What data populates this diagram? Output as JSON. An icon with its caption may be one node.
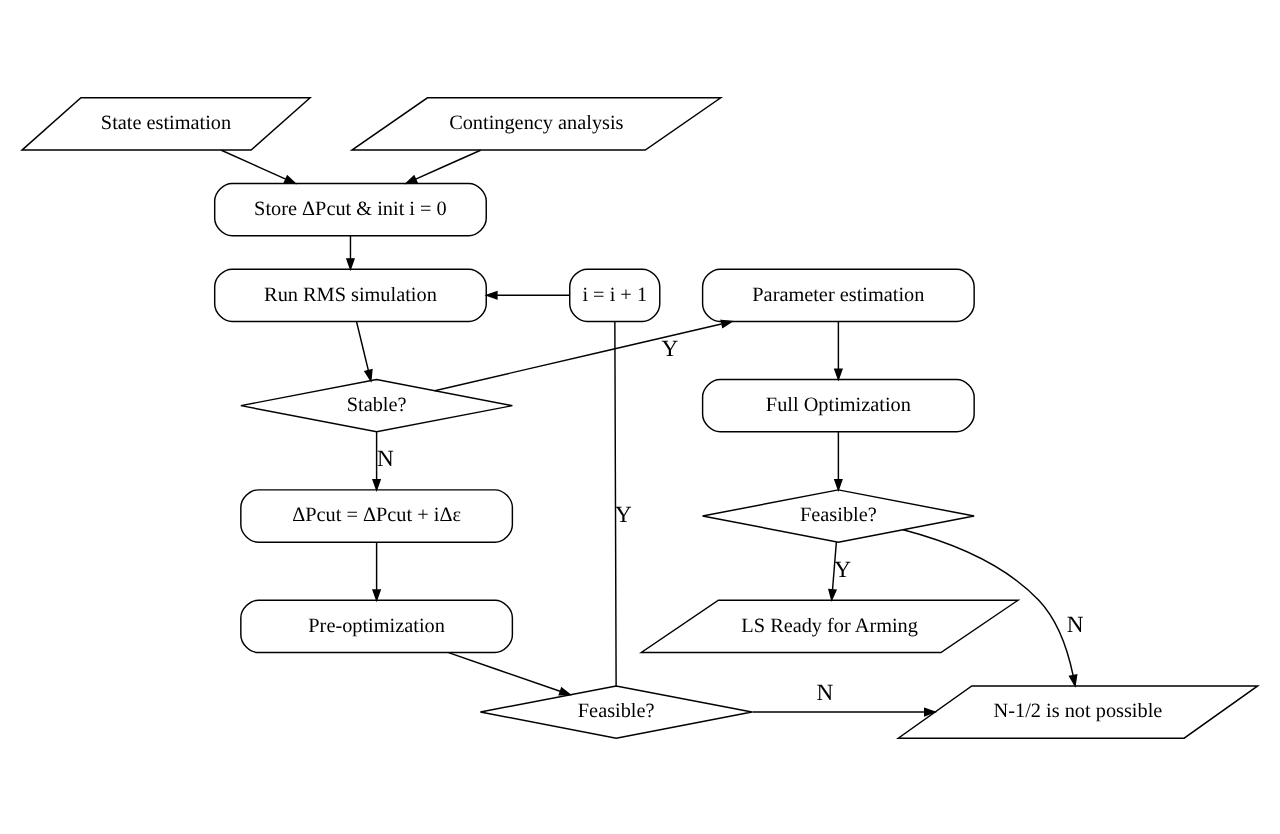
{
  "diagram": {
    "nodes": [
      {
        "text": [
          "State estimation"
        ]
      },
      {
        "text": [
          "Contingency analysis"
        ]
      },
      {
        "text": [
          "Store ΔPcut & init i = 0"
        ]
      },
      {
        "text": [
          "Run RMS simulation"
        ]
      },
      {
        "text": [
          "Stable?"
        ]
      },
      {
        "text": [
          "ΔPcut = ΔPcut + iΔε"
        ]
      },
      {
        "text": [
          "Pre-optimization"
        ]
      },
      {
        "text": [
          "Feasible?"
        ]
      },
      {
        "text": [
          "i = i + 1"
        ]
      },
      {
        "text": [
          "Parameter estimation"
        ]
      },
      {
        "text": [
          "Full Optimization"
        ]
      },
      {
        "text": [
          "Feasible?"
        ]
      },
      {
        "text": [
          "LS Ready for Arming"
        ]
      },
      {
        "text": [
          "N-1/2 is not possible"
        ]
      }
    ],
    "edges": [
      {
        "from": 0,
        "to": 2,
        "arrow": "to"
      },
      {
        "from": 1,
        "to": 2,
        "arrow": "to"
      },
      {
        "from": 2,
        "to": 3,
        "arrow": "to"
      },
      {
        "from": 3,
        "to": 4,
        "arrow": "to"
      },
      {
        "from": 4,
        "to": 9,
        "arrow": "to",
        "label": "Y"
      },
      {
        "from": 4,
        "to": 5,
        "arrow": "to",
        "label": "N"
      },
      {
        "from": 5,
        "to": 6,
        "arrow": "to"
      },
      {
        "from": 6,
        "to": 7,
        "arrow": "to"
      },
      {
        "from": 7,
        "to": 8,
        "arrow": "none",
        "label": "Y"
      },
      {
        "from": 8,
        "to": 3,
        "arrow": "to"
      },
      {
        "from": 7,
        "to": 13,
        "arrow": "to",
        "label": "N"
      },
      {
        "from": 9,
        "to": 10,
        "arrow": "to"
      },
      {
        "from": 10,
        "to": 11,
        "arrow": "to"
      },
      {
        "from": 11,
        "to": 12,
        "arrow": "to",
        "label": "Y"
      },
      {
        "from": 11,
        "to": 13,
        "arrow": "to",
        "label": "N"
      }
    ]
  }
}
